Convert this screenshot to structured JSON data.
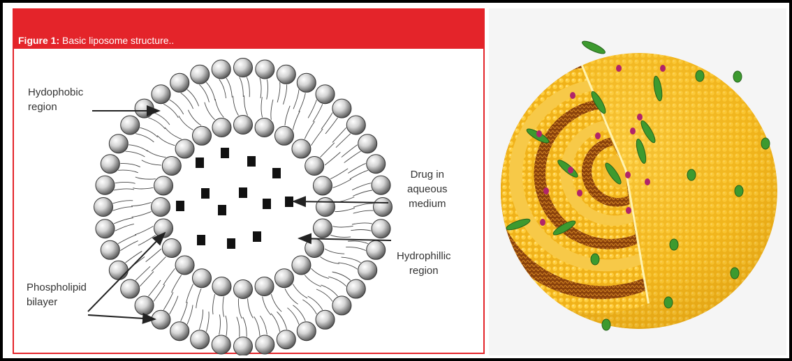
{
  "figure": {
    "title_prefix": "Figure 1:",
    "title_text": "Basic liposome structure..",
    "labels": {
      "hydrophobic": [
        "Hydophobic",
        "region"
      ],
      "drug": [
        "Drug in",
        "aqueous",
        "medium"
      ],
      "hydrophilic": [
        "Hydrophillic",
        "region"
      ],
      "phospholipid": [
        "Phospholipid",
        "bilayer"
      ]
    }
  },
  "colors": {
    "banner": "#e4242a",
    "liposome_yellow": "#f2b81e",
    "inner_brown": "#9a4f12",
    "protein_green": "#3d9a2f",
    "drug_magenta": "#b0246a"
  }
}
